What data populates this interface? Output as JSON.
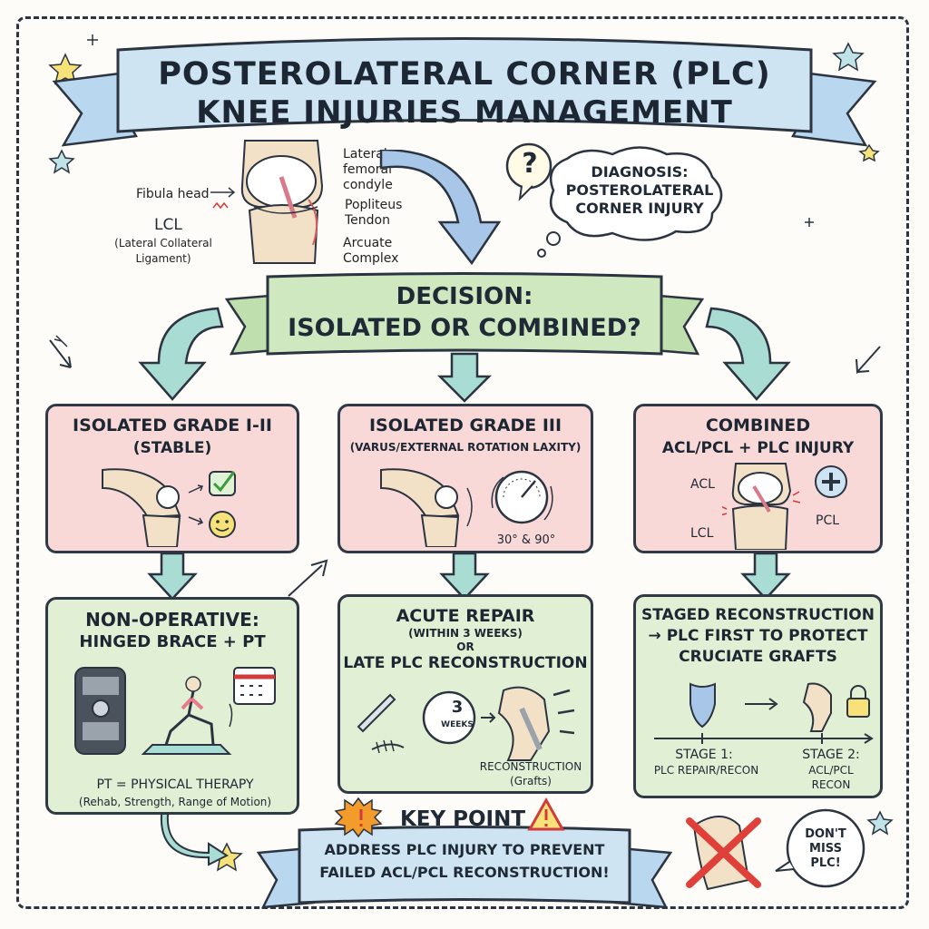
{
  "title": {
    "line1": "POSTEROLATERAL CORNER (PLC)",
    "line2": "KNEE INJURIES MANAGEMENT"
  },
  "anatomy": {
    "lateral_femoral_condyle": "Lateral femoral condyle",
    "fibula_head": "Fibula head",
    "popliteus_tendon": "Popliteus Tendon",
    "lcl": "LCL",
    "lcl_full": "(Lateral Collateral Ligament)",
    "arcuate_complex": "Arcuate Complex"
  },
  "diagnosis": {
    "question_mark": "?",
    "text": "DIAGNOSIS: POSTEROLATERAL CORNER INJURY"
  },
  "decision": {
    "line1": "DECISION:",
    "line2": "ISOLATED OR COMBINED?"
  },
  "branches": {
    "isolated_low": {
      "title": "ISOLATED GRADE I-II",
      "subtitle": "(STABLE)"
    },
    "isolated_high": {
      "title": "ISOLATED GRADE III",
      "subtitle": "(VARUS/EXTERNAL ROTATION LAXITY)",
      "angles": "30° & 90°"
    },
    "combined": {
      "title_line1": "COMBINED",
      "title_line2": "ACL/PCL + PLC INJURY",
      "acl": "ACL",
      "pcl": "PCL",
      "lcl": "LCL"
    }
  },
  "treatments": {
    "nonop": {
      "title_line1": "NON-OPERATIVE:",
      "title_line2": "HINGED BRACE + PT",
      "pt_def": "PT = PHYSICAL THERAPY",
      "pt_detail": "(Rehab, Strength, Range of Motion)"
    },
    "repair": {
      "title_line1": "ACUTE REPAIR",
      "title_line2": "(WITHIN 3 WEEKS)",
      "or": "OR",
      "title_line3": "LATE PLC RECONSTRUCTION",
      "clock_num": "3",
      "clock_unit": "WEEKS",
      "recon": "RECONSTRUCTION",
      "grafts": "(Grafts)"
    },
    "staged": {
      "title_line1": "STAGED RECONSTRUCTION",
      "title_line2": "→ PLC FIRST TO PROTECT",
      "title_line3": "CRUCIATE GRAFTS",
      "stage1": "STAGE 1:",
      "stage1_detail": "PLC REPAIR/RECON",
      "stage2": "STAGE 2:",
      "stage2_detail_line1": "ACL/PCL",
      "stage2_detail_line2": "RECON"
    }
  },
  "key_point": {
    "title": "KEY POINT",
    "line1": "ADDRESS PLC INJURY TO PREVENT",
    "line2": "FAILED ACL/PCL RECONSTRUCTION!"
  },
  "reminder": {
    "line1": "DON'T",
    "line2": "MISS",
    "line3": "PLC!"
  },
  "colors": {
    "banner_blue": "#cfe4f2",
    "banner_green": "#cfe8c0",
    "box_pink": "#f8d9d8",
    "box_green": "#e1efd4",
    "arrow_blue": "#a7c6e8",
    "arrow_teal": "#a9dcd2",
    "alert_red": "#e0403a",
    "alert_orange": "#f39c2b"
  }
}
